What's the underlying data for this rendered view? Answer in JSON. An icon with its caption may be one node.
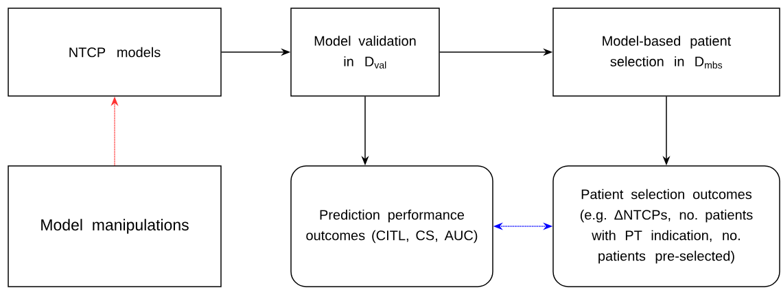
{
  "diagram": {
    "nodes": [
      {
        "text": [
          "NTCP models"
        ]
      },
      {
        "text": [
          "Model validation in D$_{val}$"
        ]
      },
      {
        "text": [
          "Model-based patient selection in D$_{mbs}$"
        ]
      },
      {
        "text": [
          "Model manipulations"
        ]
      },
      {
        "text": [
          "Prediction performance outcomes (CITL, CS, AUC)"
        ]
      },
      {
        "text": [
          "Patient selection outcomes (e.g. ΔNTCPs, no. patients with PT indication, no. patients pre-selected)"
        ]
      }
    ],
    "edges": [
      {
        "from": 0,
        "to": 1,
        "arrow": "to"
      },
      {
        "from": 1,
        "to": 2,
        "arrow": "to"
      },
      {
        "from": 1,
        "to": 4,
        "arrow": "to"
      },
      {
        "from": 2,
        "to": 5,
        "arrow": "to"
      },
      {
        "from": 3,
        "to": 0,
        "arrow": "to",
        "style": "dashed",
        "color": "#ff3333"
      },
      {
        "from": 4,
        "to": 5,
        "arrow": "both",
        "style": "dashed",
        "color": "#0000ff"
      }
    ]
  }
}
